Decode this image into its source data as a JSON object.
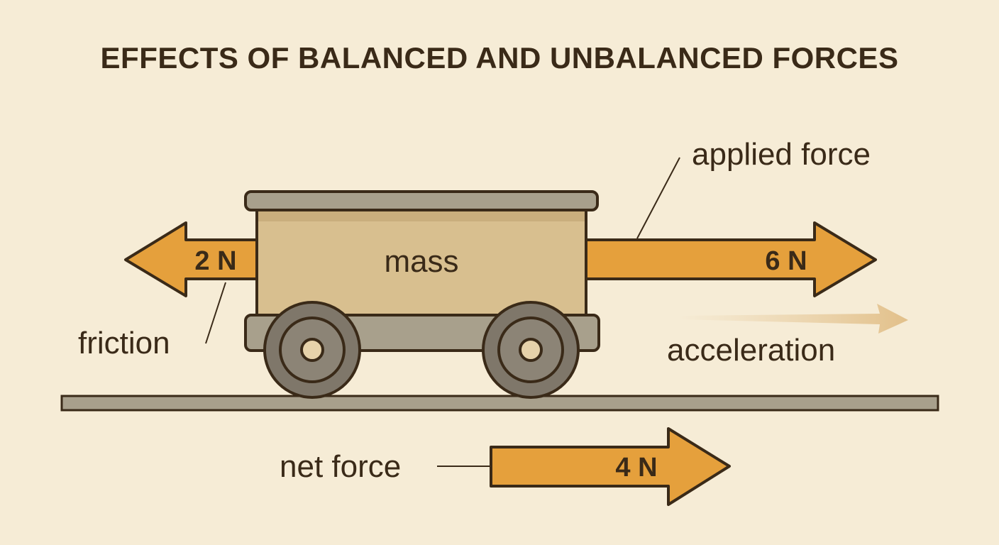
{
  "title": "EFFECTS OF BALANCED AND UNBALANCED FORCES",
  "cart": {
    "label": "mass"
  },
  "forces": {
    "friction": {
      "label": "friction",
      "value": "2 N"
    },
    "applied": {
      "label": "applied force",
      "value": "6 N"
    },
    "net": {
      "label": "net force",
      "value": "4 N"
    }
  },
  "motion": {
    "label": "acceleration"
  },
  "colors": {
    "background": "#f6ecd6",
    "arrow": "#e5a03c",
    "outline": "#3a2a18",
    "cart_body": "#d8bf8f",
    "cart_trim": "#a8a08c",
    "wheel": "#7f776a",
    "ground": "#a8a08c"
  }
}
